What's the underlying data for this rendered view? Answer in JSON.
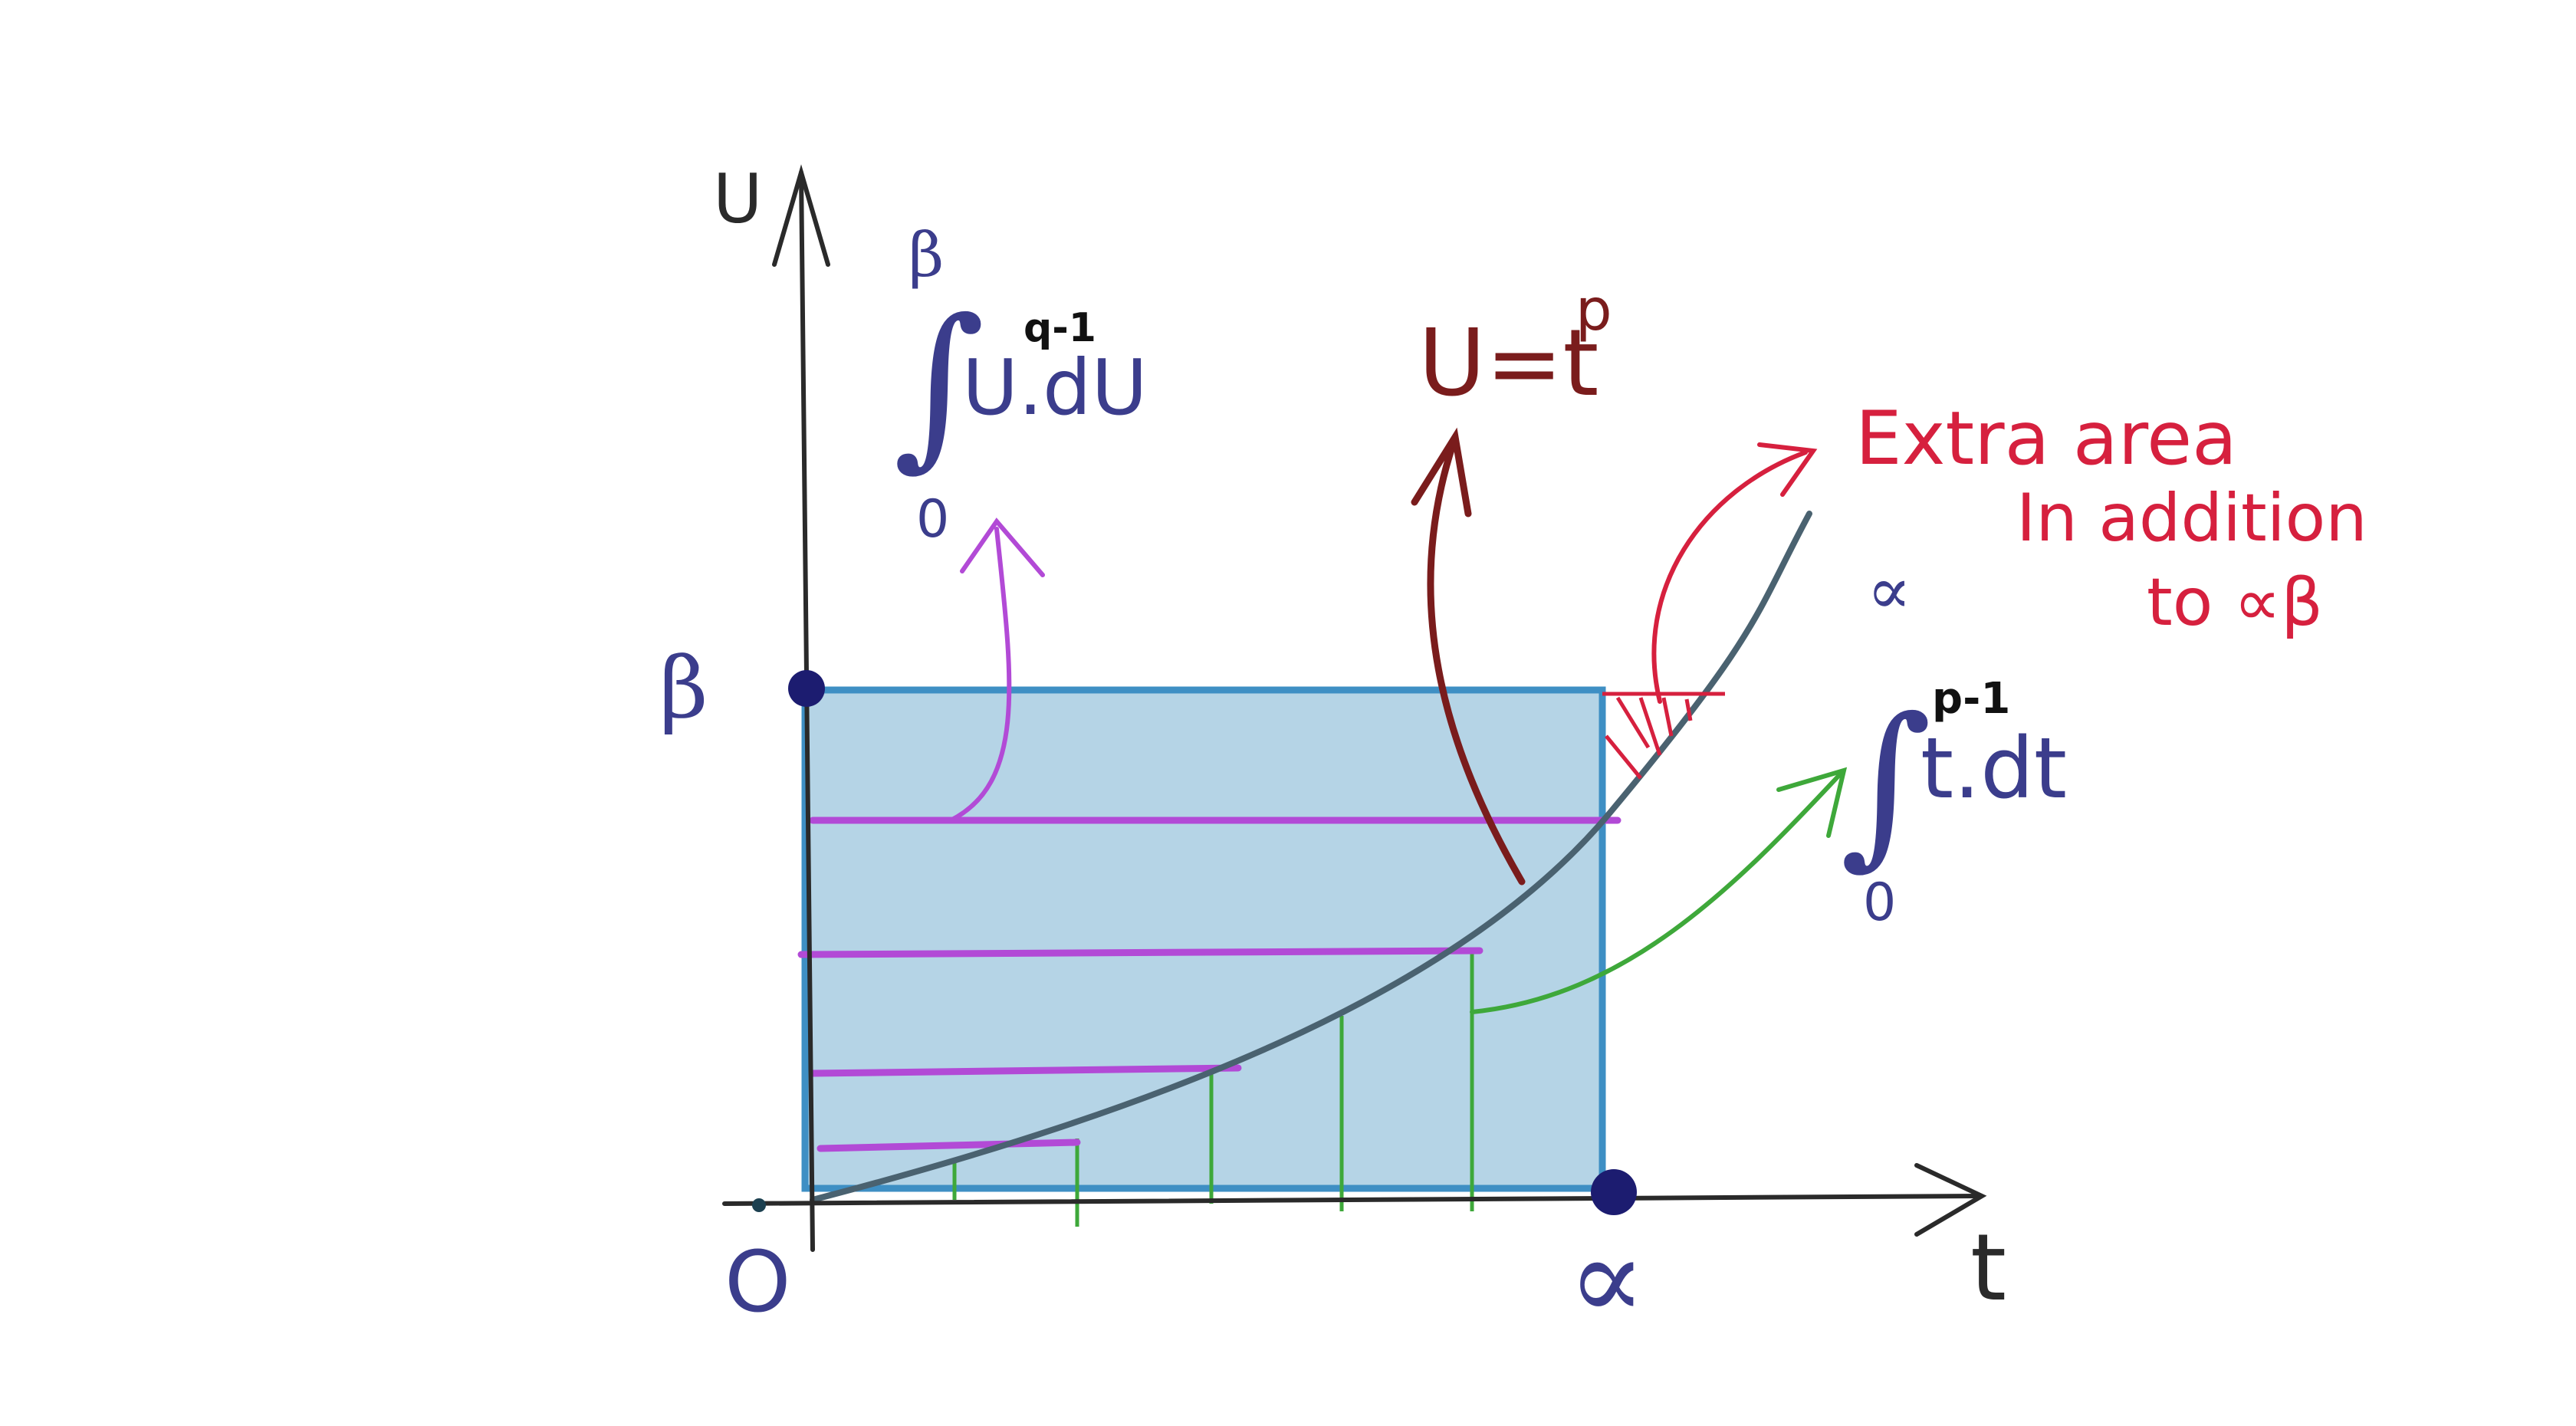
{
  "labels": {
    "u_axis": "U",
    "t_axis": "t",
    "origin": "O",
    "alpha": "∝",
    "beta": "β",
    "curve": "U=t",
    "curve_exp": "p",
    "extra_line1": "Extra area",
    "extra_line2": "In addition",
    "extra_line3": "to ∝β"
  },
  "integral_u": {
    "upper": "β",
    "lower": "0",
    "body": "U.dU",
    "exp": "q-1"
  },
  "integral_t": {
    "upper": "∝",
    "lower": "0",
    "body": "t.dt",
    "exp": "p-1"
  },
  "colors": {
    "rect_fill": "#b5d4e6",
    "rect_edge": "#3e8fc4",
    "axis": "#2a2a2a",
    "curve": "#4a6270",
    "purple": "#b24ad6",
    "green": "#3ea83a",
    "red": "#d6203e",
    "maroon": "#7a1c1c",
    "label_blue": "#3b3d8c",
    "dot": "#1c1c70"
  }
}
